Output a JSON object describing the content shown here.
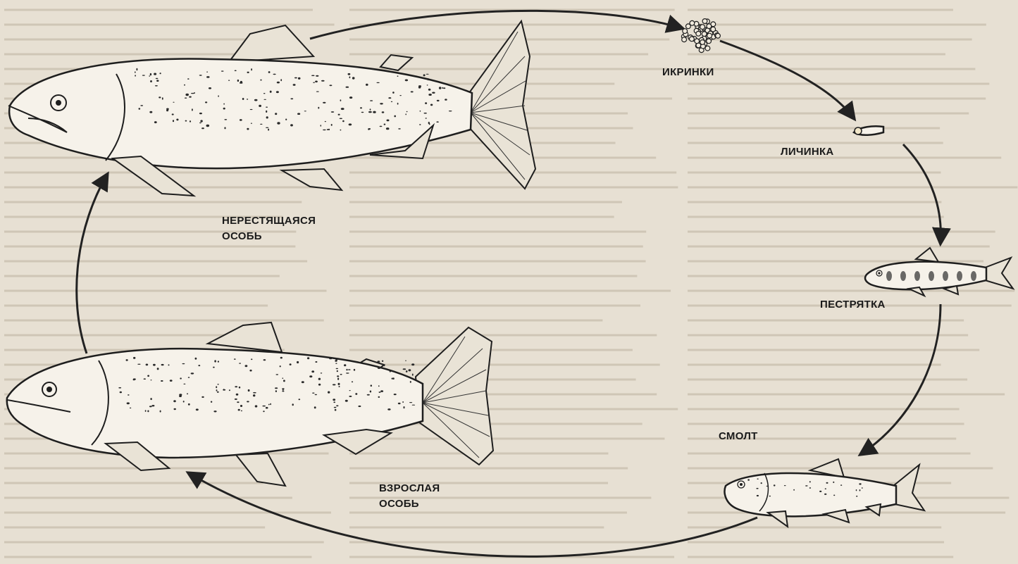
{
  "diagram": {
    "stages": [
      {
        "id": "eggs",
        "label_lines": [
          "ИКРИНКИ"
        ]
      },
      {
        "id": "alevin",
        "label_lines": [
          "ЛИЧИНКА"
        ]
      },
      {
        "id": "parr",
        "label_lines": [
          "ПЕСТРЯТКА"
        ]
      },
      {
        "id": "smolt",
        "label_lines": [
          "СМОЛТ"
        ]
      },
      {
        "id": "adult",
        "label_lines": [
          "ВЗРОСЛАЯ",
          "ОСОБЬ"
        ]
      },
      {
        "id": "spawning",
        "label_lines": [
          "НЕРЕСТЯЩАЯСЯ",
          "ОСОБЬ"
        ]
      }
    ],
    "icons": {
      "eggs": "egg-cluster-icon",
      "alevin": "alevin-icon",
      "parr": "parr-fish-icon",
      "smolt": "smolt-fish-icon",
      "adult": "adult-salmon-icon",
      "spawning": "spawning-salmon-icon"
    },
    "colors": {
      "background": "#e7e0d3",
      "ink": "#1e1e1e"
    }
  }
}
